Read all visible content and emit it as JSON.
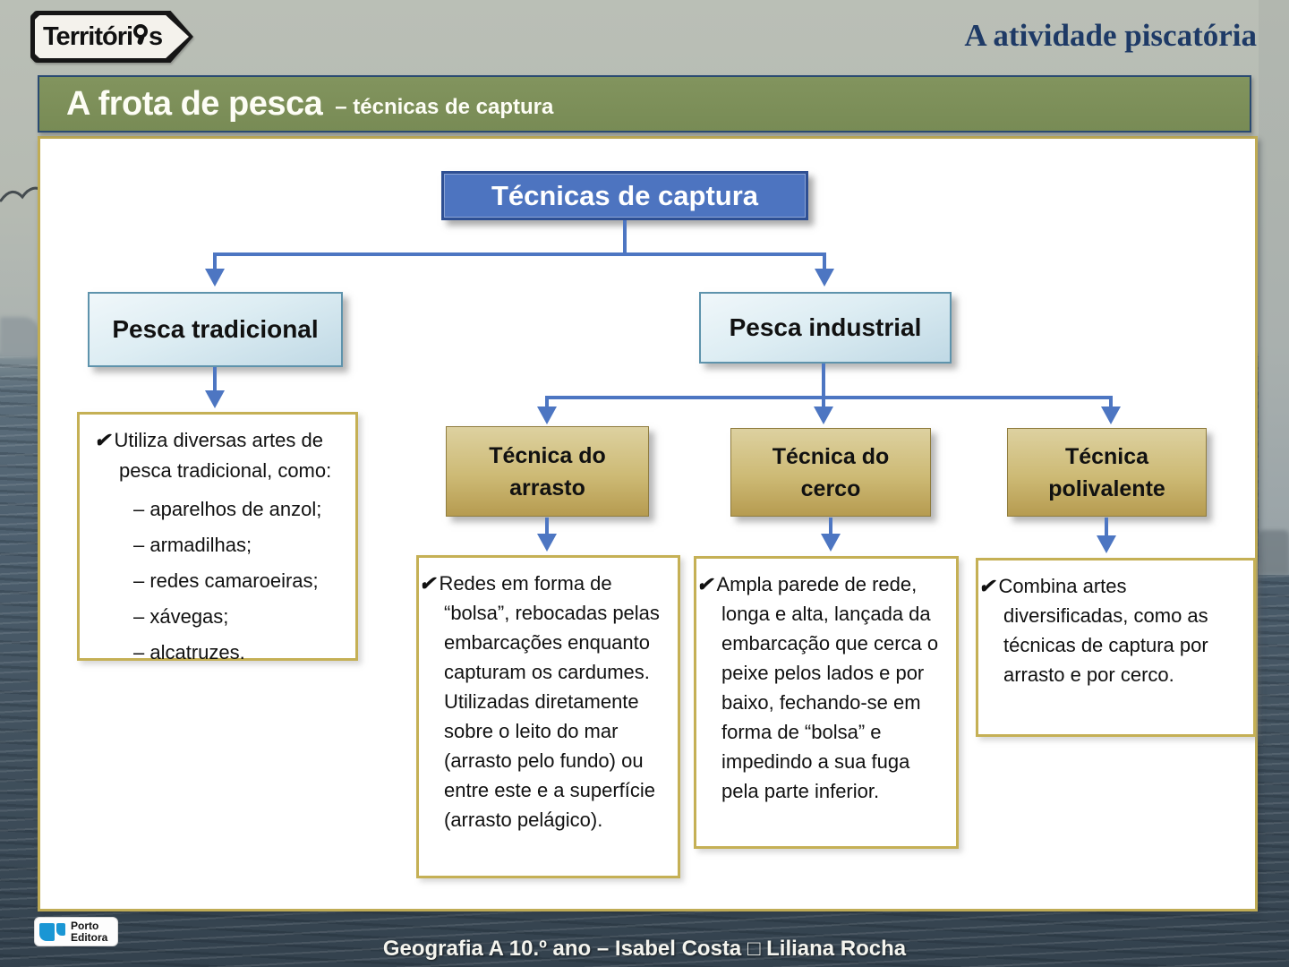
{
  "page": {
    "logo": {
      "prefix": "Territóri",
      "suffix": "s"
    },
    "title": "A atividade piscatória",
    "header": {
      "main": "A frota de pesca",
      "sub": "– técnicas de captura"
    },
    "footer": {
      "credit": "Geografia A 10.º ano – Isabel Costa □ Liliana Rocha",
      "publisher_line1": "Porto",
      "publisher_line2": "Editora"
    }
  },
  "icons": {
    "check": "✔"
  },
  "colors": {
    "header_green": "#788b55",
    "title_navy": "#1e3a66",
    "connector_blue": "#4d76c2",
    "root_box_blue": "#4d74c0",
    "branch_box_blue": "#cfe3ec",
    "technique_gold": "#c4ab62",
    "textbox_border_gold": "#c5b055"
  },
  "diagram": {
    "root": "Técnicas de captura",
    "branches": {
      "tradicional": {
        "label": "Pesca tradicional",
        "intro": "Utiliza diversas artes de pesca tradicional, como:",
        "items": [
          "– aparelhos de anzol;",
          "– armadilhas;",
          "– redes camaroeiras;",
          "– xávegas;",
          "– alcatruzes."
        ]
      },
      "industrial": {
        "label": "Pesca industrial",
        "techniques": [
          {
            "label": "Técnica do arrasto",
            "description": "Redes em forma de “bolsa”, rebocadas pelas embarcações enquanto capturam os cardumes. Utilizadas diretamente sobre o leito do mar (arrasto pelo fundo) ou entre este e a superfície (arrasto pelágico)."
          },
          {
            "label": "Técnica do cerco",
            "description": "Ampla parede de rede, longa e alta, lançada da embarcação que cerca o peixe pelos lados e por baixo, fechando-se em forma de “bolsa” e impedindo a sua fuga pela parte inferior."
          },
          {
            "label": "Técnica polivalente",
            "description": "Combina artes diversificadas, como as técnicas de captura por arrasto e por cerco."
          }
        ]
      }
    }
  }
}
